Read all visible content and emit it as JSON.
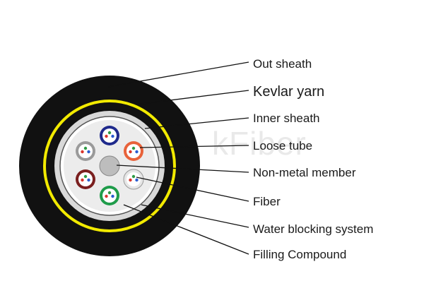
{
  "watermark": "kFiber",
  "labels": [
    {
      "id": "out-sheath",
      "text": "Out sheath"
    },
    {
      "id": "kevlar-yarn",
      "text": "Kevlar yarn"
    },
    {
      "id": "inner-sheath",
      "text": "Inner sheath"
    },
    {
      "id": "loose-tube",
      "text": "Loose tube"
    },
    {
      "id": "non-metal-member",
      "text": "Non-metal member"
    },
    {
      "id": "fiber",
      "text": "Fiber"
    },
    {
      "id": "water-blocking-system",
      "text": "Water blocking system"
    },
    {
      "id": "filling-compound",
      "text": "Filling Compound"
    }
  ],
  "colors": {
    "outer_sheath": "#111111",
    "kevlar_yarn": "#f2ea00",
    "inner_sheath": "#d9d9d9",
    "filling": "#ffffff",
    "central_member": "#bdbdbd",
    "tube_blue": "#1f2a8c",
    "tube_orange": "#e8623a",
    "tube_white": "#e6e6e6",
    "tube_green": "#1f9c4a",
    "tube_brown": "#7a1f1f",
    "tube_gray": "#9a9a9a",
    "fiber_red": "#d9342b",
    "fiber_green": "#2e9b45",
    "fiber_blue": "#2a5bd0"
  }
}
